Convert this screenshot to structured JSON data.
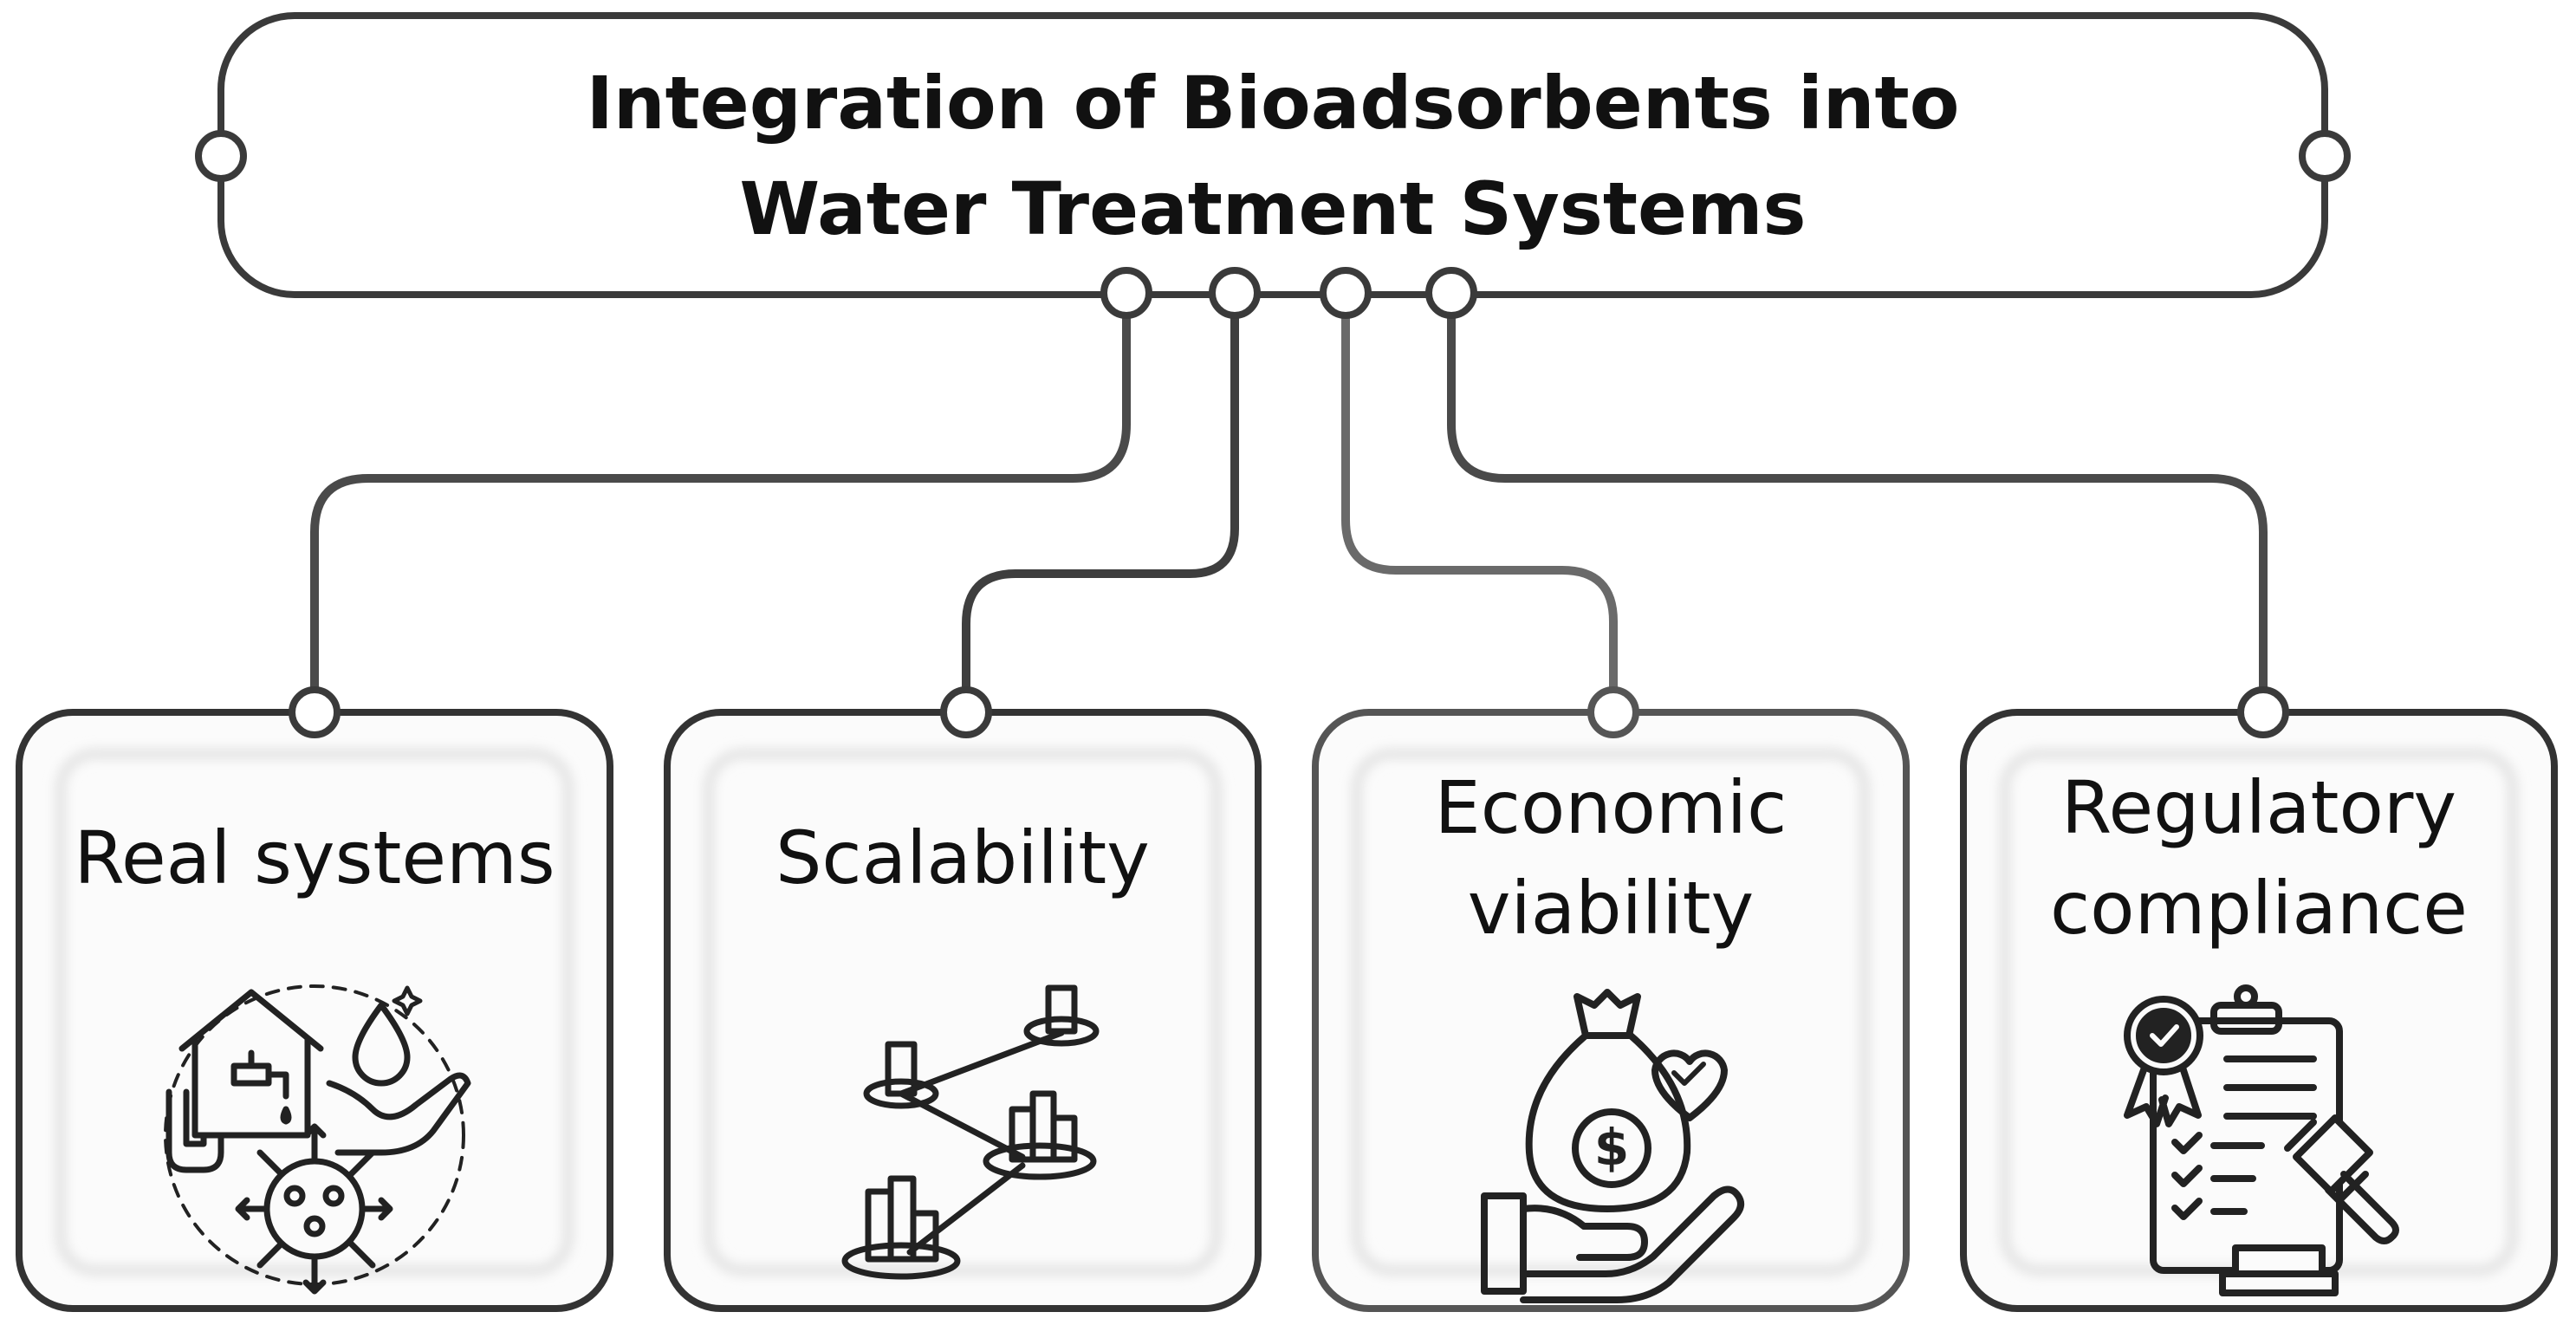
{
  "title": {
    "line1": "Integration of Bioadsorbents into",
    "line2": "Water Treatment Systems"
  },
  "cards": [
    {
      "lines": [
        "Real systems"
      ],
      "icon": "water-system-icon"
    },
    {
      "lines": [
        "Scalability"
      ],
      "icon": "scalability-chart-icon"
    },
    {
      "lines": [
        "Economic",
        "viability"
      ],
      "icon": "money-bag-hand-icon"
    },
    {
      "lines": [
        "Regulatory",
        "compliance"
      ],
      "icon": "clipboard-gavel-icon"
    }
  ],
  "colors": {
    "stroke": "#3a3a3a",
    "connector": "#555555",
    "card_fill": "#fafafa",
    "text": "#111111"
  }
}
